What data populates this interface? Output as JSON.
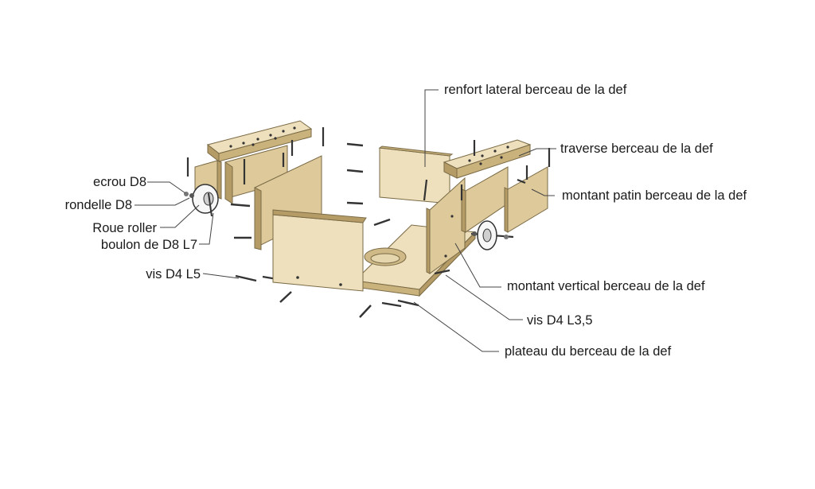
{
  "labels": {
    "ecrou": "ecrou D8",
    "rondelle": "rondelle D8",
    "roue": "Roue roller",
    "boulon": "boulon de D8 L7",
    "vis_l5": "vis D4 L5",
    "renfort": "renfort lateral berceau de la def",
    "traverse": "traverse berceau de la def",
    "montant_patin": "montant patin berceau de la def",
    "montant_vertical": "montant vertical berceau de la def",
    "vis_l35": "vis D4 L3,5",
    "plateau": "plateau du berceau de la def"
  },
  "colors": {
    "wood_top": "#eee0bd",
    "wood_face": "#ddc99a",
    "wood_edge": "#a8915f",
    "leader": "#444444",
    "screw": "#333333"
  }
}
